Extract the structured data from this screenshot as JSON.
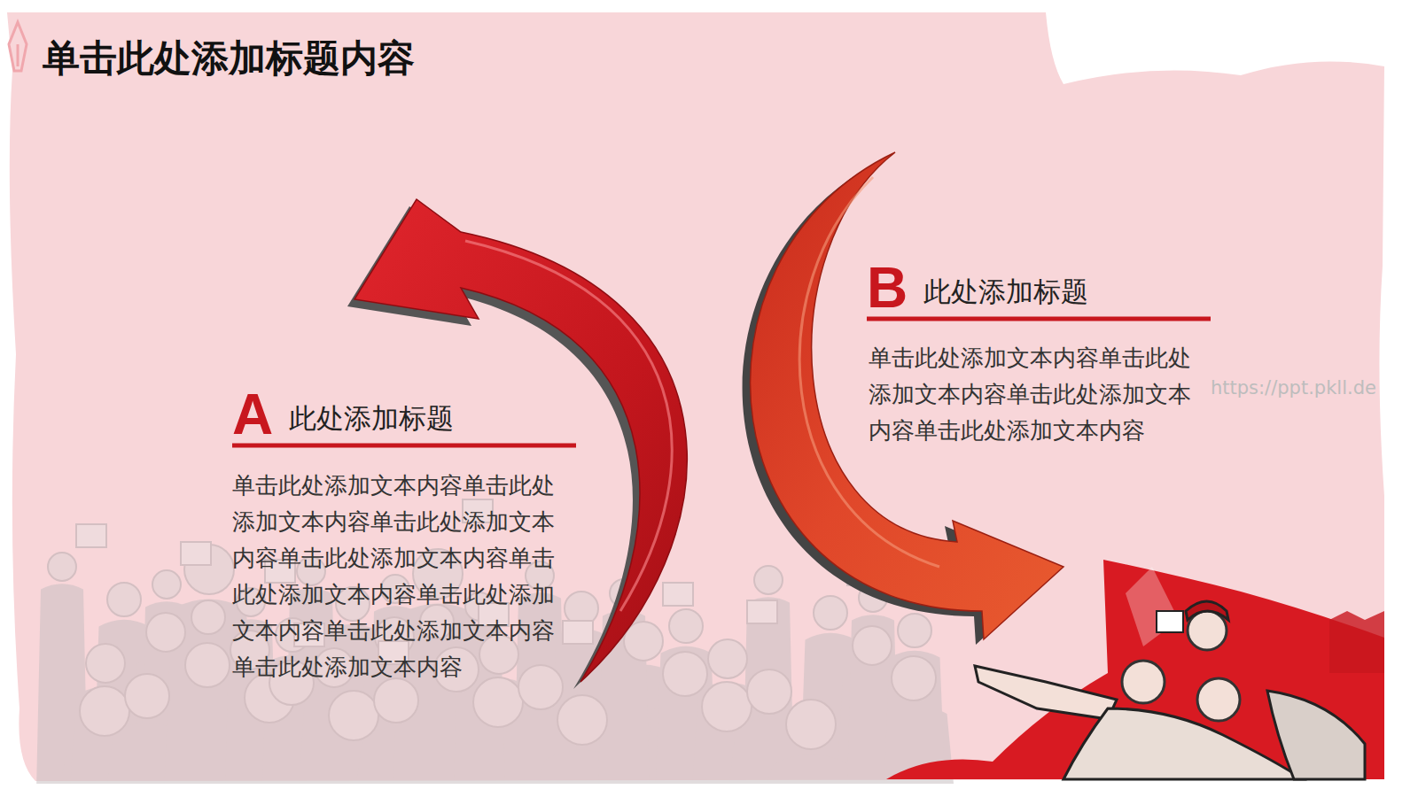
{
  "diagram": {
    "title": "单击此处添加标题内容",
    "labels": [
      "A",
      "此处添加标题",
      "单击此处添加文本内容单击此处 添加文本内容单击此处添加文本 内容单击此处添加文本内容单击 此处添加文本内容单击此处添加 文本内容单击此处添加文本内容 单击此处添加文本内容",
      "B",
      "此处添加标题",
      "单击此处添加文本内容单击此处 添加文本内容单击此处添加文本 内容单击此处添加文本内容",
      "https://ppt.pkll.de"
    ]
  }
}
